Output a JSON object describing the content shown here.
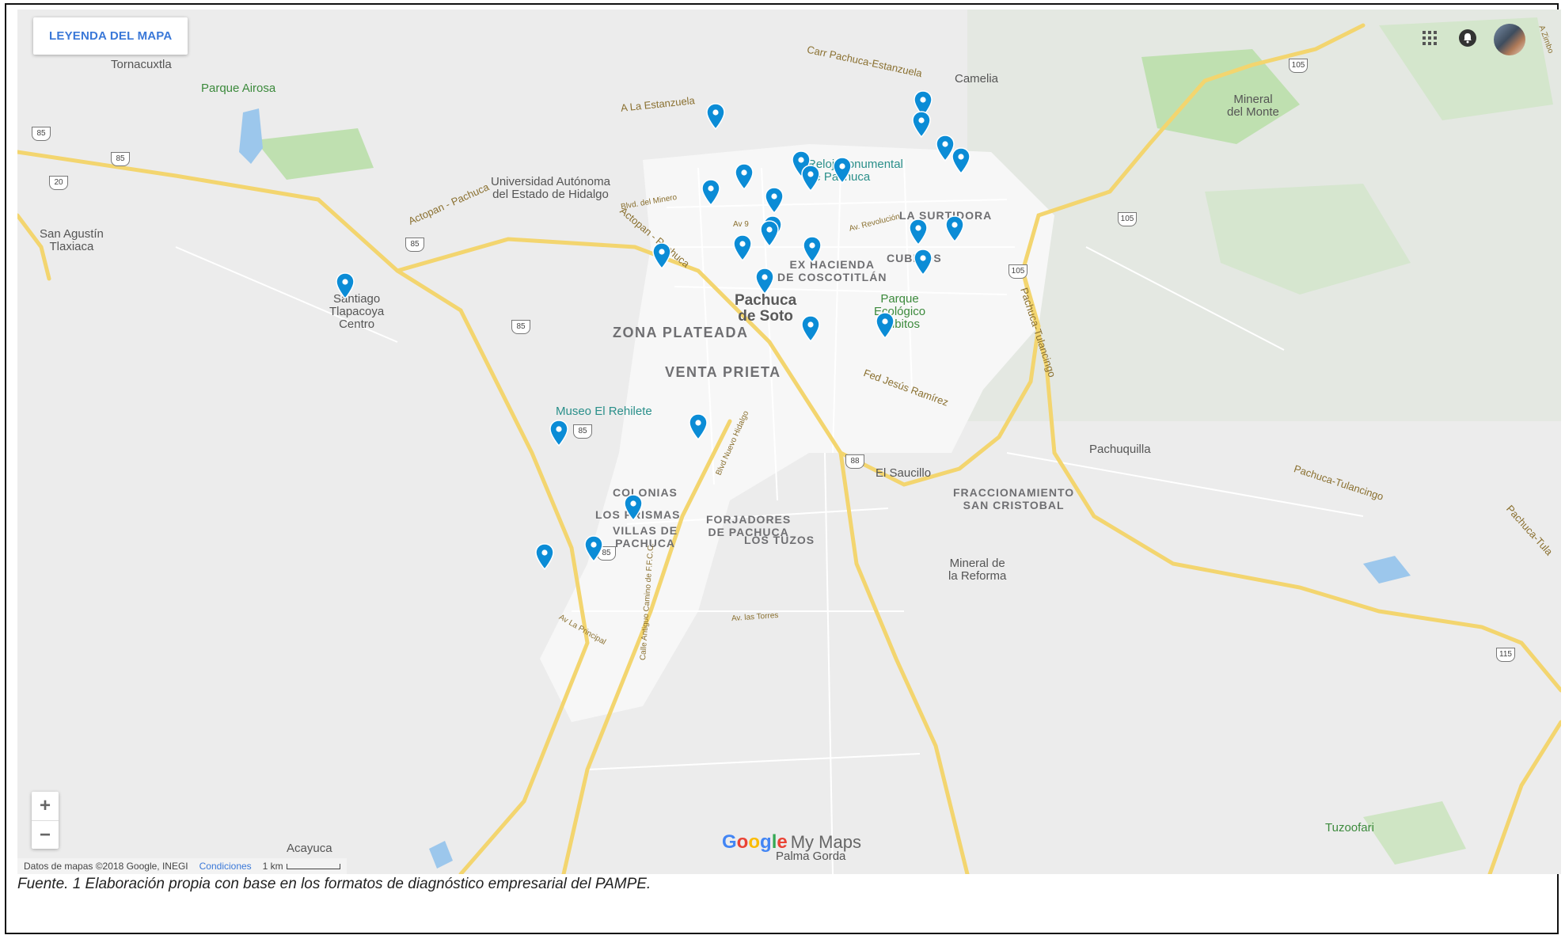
{
  "legend_button": "LEYENDA DEL MAPA",
  "top_icons": {
    "apps": "apps-grid-icon",
    "notifications": "notification-bell-icon",
    "avatar": "user-avatar"
  },
  "places": {
    "tornacuxtla": "Tornacuxtla",
    "parque_airosa": "Parque Airosa",
    "camelia": "Camelia",
    "mineral_del_monte": "Mineral\ndel Monte",
    "universidad": "Universidad Autónoma\ndel Estado de Hidalgo",
    "reloj": "Reloj Monumental\nde Pachuca",
    "la_surtidora": "LA SURTIDORA",
    "san_agustin": "San Agustín\nTlaxiaca",
    "santiago": "Santiago\nTlapacoya\nCentro",
    "ex_hacienda": "EX HACIENDA\nDE COSCOTITLÁN",
    "cubitos": "CUBITOS",
    "pachuca": "Pachuca\nde Soto",
    "parque_cubitos": "Parque\nEcológico\nCubitos",
    "zona_plateada": "ZONA PLATEADA",
    "venta_prieta": "VENTA PRIETA",
    "museo": "Museo El Rehilete",
    "pachuquilla": "Pachuquilla",
    "el_saucillo": "El Saucillo",
    "colonias": "COLONIAS",
    "los_prismas": "LOS PRISMAS",
    "villas": "VILLAS DE\nPACHUCA",
    "forjadores": "FORJADORES\nDE PACHUCA",
    "los_tuzos": "LOS TUZOS",
    "fraccionamiento": "FRACCIONAMIENTO\nSAN CRISTOBAL",
    "mineral_reforma": "Mineral de\nla Reforma",
    "acayuca": "Acayuca",
    "palma_gorda": "Palma Gorda",
    "tuzoofari": "Tuzoofari"
  },
  "roads": {
    "carr_pachuca": "Carr Pachuca-Estanzuela",
    "a_la_estanzuela": "A La Estanzuela",
    "actopan_pachuca_1": "Actopan - Pachuca",
    "actopan_pachuca_2": "Actopan - Pachuca",
    "blvd_minero": "Blvd. del Minero",
    "av9": "Av 9",
    "av_revolucion": "Av. Revolución",
    "fed_jesus": "Fed Jesús Ramírez",
    "pachuca_tulancingo_1": "Pachuca-Tulancingo",
    "pachuca_tulancingo_2": "Pachuca-Tulancingo",
    "pachuca_tula": "Pachuca-Tula",
    "blvd_nuevo": "Blvd Nuevo Hidalgo",
    "av_las_torres": "Av. las Torres",
    "av_la_principal": "Av La Principal",
    "calle_antiguo": "Calle Antiguo Camino de F.F.C.C.",
    "a_zimbo": "A Zimbo"
  },
  "shields": [
    "85",
    "85",
    "20",
    "85",
    "85",
    "85",
    "85",
    "105",
    "105",
    "105",
    "88",
    "115"
  ],
  "zoom": {
    "in": "+",
    "out": "−"
  },
  "attribution": {
    "data": "Datos de mapas ©2018 Google, INEGI",
    "terms": "Condiciones",
    "scale": "1 km"
  },
  "logo": {
    "g": "G",
    "o1": "o",
    "o2": "o",
    "g2": "g",
    "l": "l",
    "e": "e",
    "my_maps": "My Maps"
  },
  "caption": "Fuente. 1 Elaboración propia con base en los formatos de diagnóstico empresarial del PAMPE.",
  "colors": {
    "pin": "#0b8cd6",
    "highway": "#f3d56f",
    "park": "#a9d99a",
    "water": "#9cc7ec",
    "link": "#3a78d8"
  }
}
